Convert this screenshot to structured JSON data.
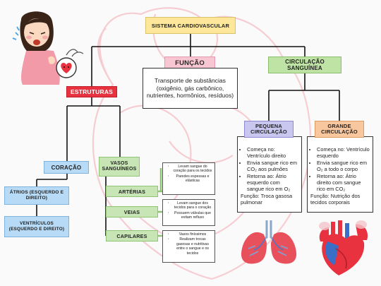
{
  "title": "SISTEMA CARDIOVASCULAR",
  "funcao": {
    "label": "FUNÇÃO",
    "text": "Transporte de substâncias (oxigênio, gás carbônico, nutrientes, hormônios, resíduos)"
  },
  "circulacao": {
    "label": "CIRCULAÇÃO SANGUÍNEA",
    "pequena": {
      "label": "PEQUENA CIRCULAÇÃO",
      "items": [
        "Começa no: Ventrículo direito",
        "Envia sangue rico em CO₂ aos pulmões",
        "Retorna ao: Átrio esquerdo com sangue rico em O₂"
      ],
      "funcao": "Função: Troca gasosa pulmonar"
    },
    "grande": {
      "label": "GRANDE CIRCULAÇÃO",
      "items": [
        "Começa no: Ventrículo esquerdo",
        "Envia sangue rico em O₂ a todo o corpo",
        "Retorna ao: Átrio direito com sangue rico em CO₂"
      ],
      "funcao": "Função: Nutrição dos tecidos corporais"
    }
  },
  "estruturas": {
    "label": "ESTRUTURAS",
    "coracao": {
      "label": "CORAÇÃO",
      "atrios": "ÁTRIOS (ESQUERDO E DIREITO)",
      "ventriculos": "VENTRÍCULOS (ESQUERDO E DIREITO)"
    },
    "vasos": {
      "label": "VASOS SANGUÍNEOS",
      "arterias": {
        "label": "ARTÉRIAS",
        "items": [
          "Levam sangue do coração para os tecidos",
          "Paredes espessas e elásticas"
        ]
      },
      "veias": {
        "label": "VEIAS",
        "items": [
          "Levam sangue dos tecidos para o coração",
          "Possuem válvulas que evitam refluxo"
        ]
      },
      "capilares": {
        "label": "CAPILARES",
        "items": [
          "Vasos finíssimos",
          "Realizam trocas gasosas e nutritivas entre o sangue e os tecidos"
        ]
      }
    }
  },
  "colors": {
    "title": "#fde79a",
    "funcao": "#f8c6d2",
    "circulacao": "#bfe3a4",
    "estruturas": "#e8323f",
    "coracao": "#b7dbf6",
    "vasos": "#c8e6b5",
    "pequena": "#c9c6f0",
    "grande": "#f9c79d",
    "heart_outline": "#f5c5cc"
  },
  "icons": [
    "sick-child-illustration",
    "heart-bubble-icon",
    "lungs-illustration",
    "heart-illustration"
  ]
}
